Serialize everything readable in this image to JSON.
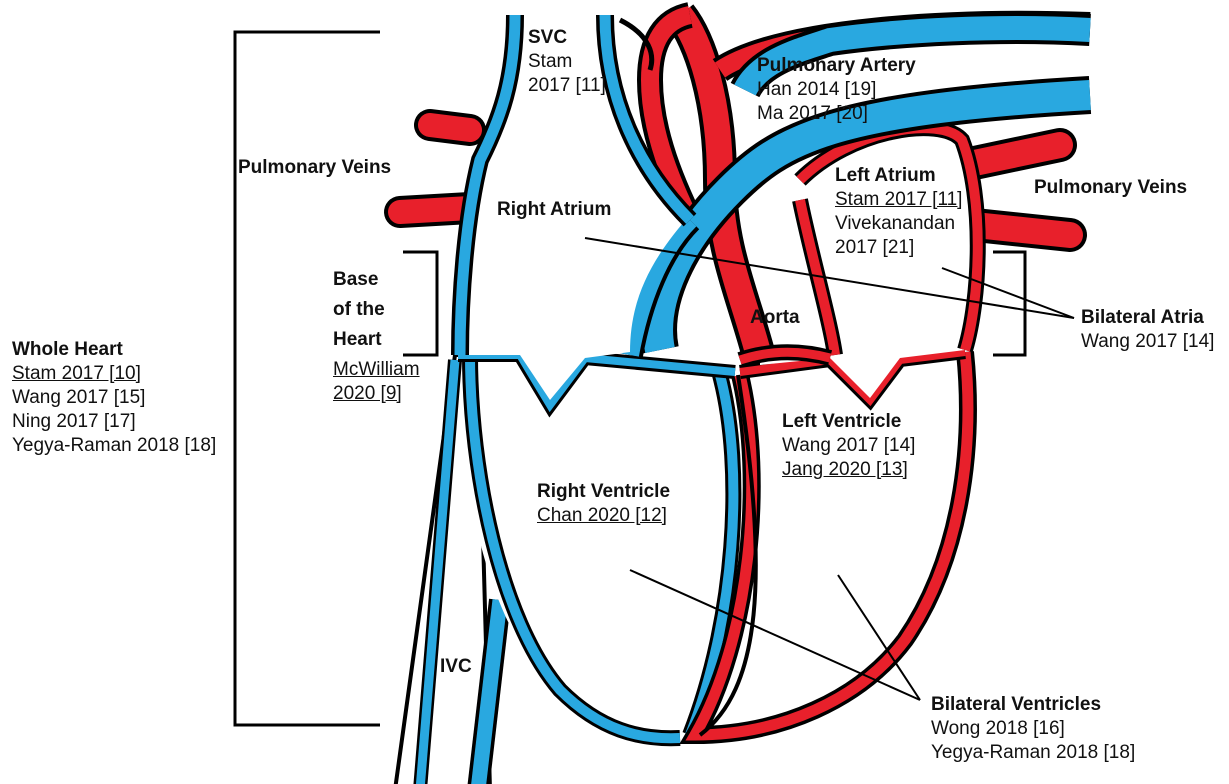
{
  "colors": {
    "vein_blue": "#29a8e0",
    "artery_red": "#e8202b",
    "outline": "#000000"
  },
  "labels": {
    "svc": {
      "title": "SVC",
      "line1": "Stam",
      "line2": "2017 [11]"
    },
    "pulmonary_artery": {
      "title": "Pulmonary Artery",
      "ref1": "Han 2014 [19]",
      "ref2": "Ma 2017 [20]"
    },
    "pulmonary_veins_left": "Pulmonary Veins",
    "pulmonary_veins_right": "Pulmonary Veins",
    "right_atrium": "Right Atrium",
    "left_atrium": {
      "title": "Left Atrium",
      "ref1": "Stam 2017 [11]",
      "ref2a": "Vivekanandan",
      "ref2b": "2017 [21]"
    },
    "base_of_heart": {
      "line1": "Base",
      "line2": "of the",
      "line3": "Heart",
      "ref1": "McWilliam",
      "ref2": "2020 [9]"
    },
    "aorta": "Aorta",
    "bilateral_atria": {
      "title": "Bilateral Atria",
      "ref": "Wang 2017 [14]"
    },
    "whole_heart": {
      "title": "Whole Heart",
      "refs": [
        "Stam 2017 [10]",
        "Wang 2017 [15]",
        "Ning 2017 [17]",
        "Yegya-Raman 2018 [18]"
      ]
    },
    "left_ventricle": {
      "title": "Left Ventricle",
      "ref1": "Wang 2017 [14]",
      "ref2": "Jang 2020 [13]"
    },
    "right_ventricle": {
      "title": "Right Ventricle",
      "ref": "Chan 2020 [12]"
    },
    "ivc": "IVC",
    "bilateral_ventricles": {
      "title": "Bilateral Ventricles",
      "ref1": "Wong 2018 [16]",
      "ref2": "Yegya-Raman 2018 [18]"
    }
  }
}
